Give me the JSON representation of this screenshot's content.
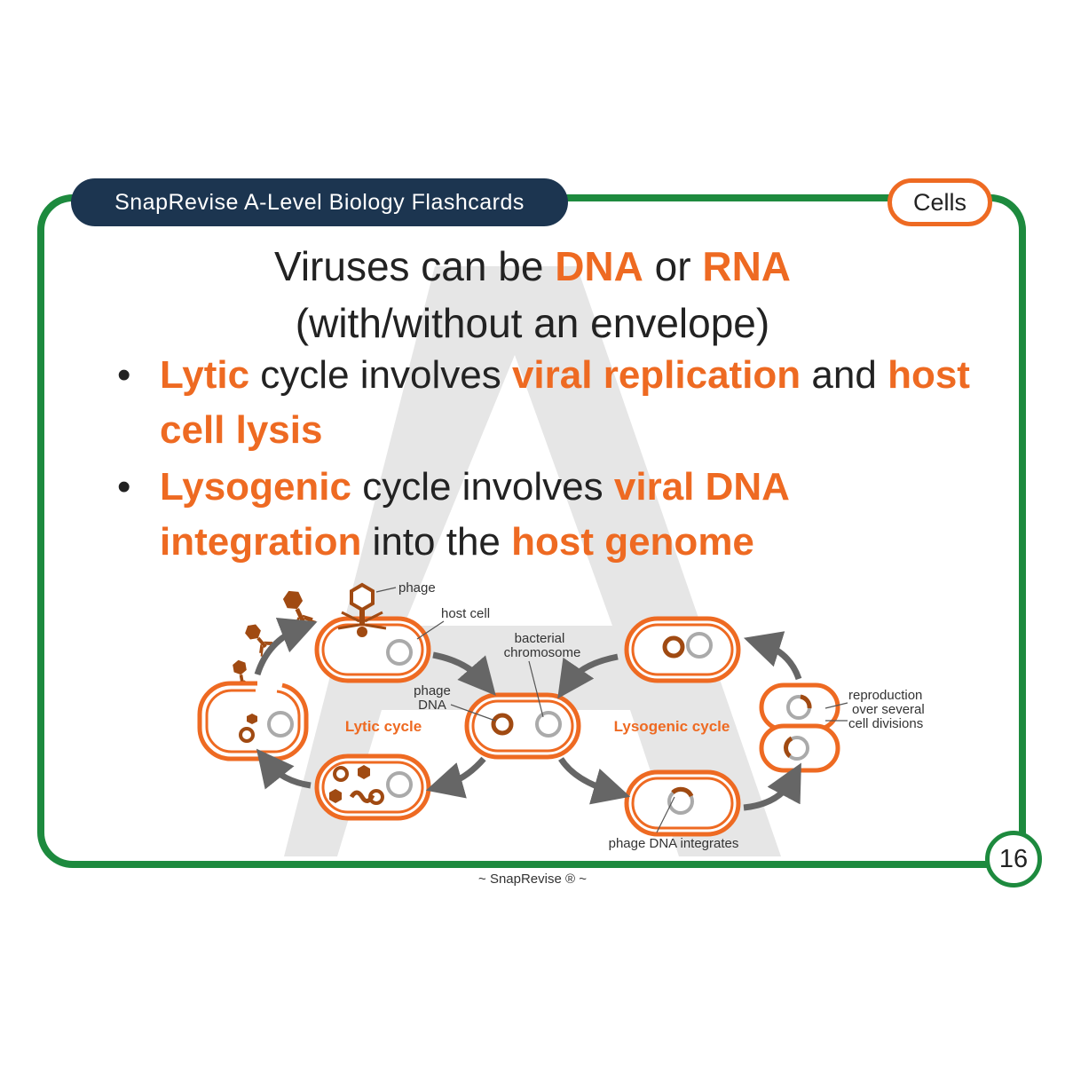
{
  "header": {
    "title": "SnapRevise A-Level Biology Flashcards",
    "topic": "Cells"
  },
  "headline": {
    "line1_pre": "Viruses can be ",
    "line1_dna": "DNA",
    "line1_mid": " or ",
    "line1_rna": "RNA",
    "line2": "(with/without an envelope)"
  },
  "bullets": [
    {
      "a": "Lytic",
      "b": " cycle involves ",
      "c": "viral replication",
      "d": " and ",
      "e": "host cell lysis"
    },
    {
      "a": "Lysogenic",
      "b": " cycle involves ",
      "c": "viral DNA integration",
      "d": " into the ",
      "e": "host genome"
    }
  ],
  "bullet_symbol": "•",
  "diagram": {
    "labels": {
      "phage": "phage",
      "host_cell": "host cell",
      "bacterial_chromosome_1": "bacterial",
      "bacterial_chromosome_2": "chromosome",
      "phage_dna_1": "phage",
      "phage_dna_2": "DNA",
      "lytic_cycle": "Lytic cycle",
      "lysogenic_cycle": "Lysogenic cycle",
      "reproduction_1": "reproduction",
      "reproduction_2": "over several",
      "reproduction_3": "cell divisions",
      "phage_dna_integrates": "phage DNA integrates"
    }
  },
  "page_number": "16",
  "footer": "~ SnapRevise ® ~",
  "watermark_letter": "A",
  "colors": {
    "green": "#1d8a3e",
    "navy": "#1c3550",
    "orange": "#ee6a22",
    "brown": "#a04a12",
    "grey": "#aaaaaa"
  }
}
